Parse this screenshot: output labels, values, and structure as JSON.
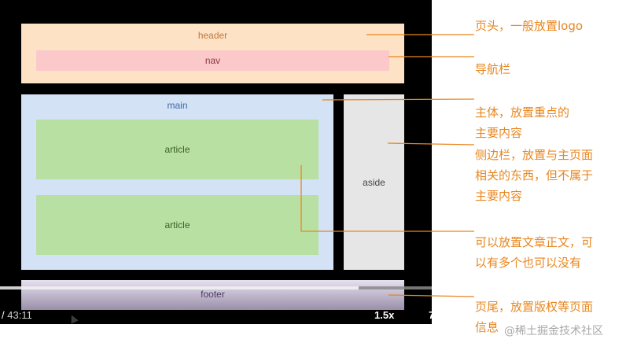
{
  "layout_boxes": {
    "header": "header",
    "nav": "nav",
    "main": "main",
    "article_1": "article",
    "article_2": "article",
    "aside": "aside",
    "footer": "footer"
  },
  "player": {
    "time_separator": "/",
    "total_time": "43:11",
    "speed": "1.5x",
    "partial_char": "7",
    "progress_fraction": 0.83
  },
  "annotations": {
    "header_note": "页头，一般放置logo",
    "nav_note": "导航栏",
    "main_note": [
      "主体，放置重点的",
      "主要内容"
    ],
    "aside_note": [
      "侧边栏，放置与主页面",
      "相关的东西，但不属于",
      "主要内容"
    ],
    "article_note": [
      "可以放置文章正文，可",
      "以有多个也可以没有"
    ],
    "footer_note": [
      "页尾，放置版权等页面",
      "信息"
    ]
  },
  "watermark": "@稀土掘金技术社区",
  "colors": {
    "annotation": "#e8861e",
    "header_bg": "#fde2c6",
    "nav_bg": "#fcc9cb",
    "main_bg": "#d3e2f5",
    "article_bg": "#b9e0a3",
    "aside_bg": "#e6e6e6",
    "footer_bg": "#c8bfd6"
  }
}
